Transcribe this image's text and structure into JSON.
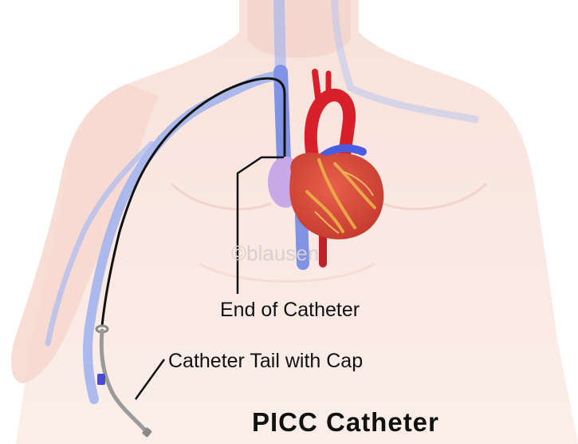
{
  "labels": {
    "end_of_catheter": "End of Catheter",
    "catheter_tail": "Catheter Tail with Cap",
    "title": "PICC Catheter"
  },
  "watermark": "©blausen",
  "colors": {
    "skin": "#f6dcd4",
    "skin_shadow": "#efcfc6",
    "vein": "#8aa0e8",
    "vein_dark": "#6678d8",
    "artery": "#d8202a",
    "heart_muscle": "#d9483c",
    "heart_fat": "#e9b04a",
    "atrium": "#c9a8e8",
    "catheter": "#111111",
    "tail_tube": "#9a9a9a",
    "tail_clamp": "#4a4ad8",
    "leader_line": "#111111"
  }
}
